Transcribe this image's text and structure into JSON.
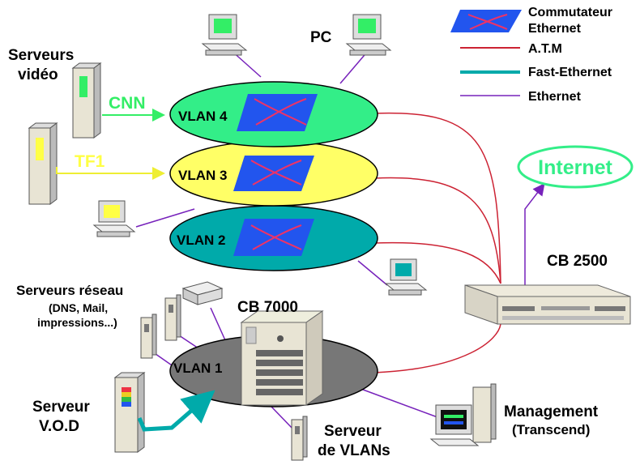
{
  "legend": {
    "switch": "Commutateur Ethernet",
    "switch_line1": "Commutateur",
    "switch_line2": "Ethernet",
    "atm": "A.T.M",
    "fast_ethernet": "Fast-Ethernet",
    "ethernet": "Ethernet"
  },
  "labels": {
    "video_servers_1": "Serveurs",
    "video_servers_2": "vidéo",
    "cnn": "CNN",
    "tf1": "TF1",
    "pc": "PC",
    "internet": "Internet",
    "cb2500": "CB 2500",
    "cb7000": "CB 7000",
    "network_servers_1": "Serveurs réseau",
    "network_servers_2": "(DNS, Mail,",
    "network_servers_3": "impressions...)",
    "vod_1": "Serveur",
    "vod_2": "V.O.D",
    "vlan_server_1": "Serveur",
    "vlan_server_2": "de VLANs",
    "management_1": "Management",
    "management_2": "(Transcend)"
  },
  "vlans": [
    {
      "label": "VLAN 4",
      "color": "#33ee88"
    },
    {
      "label": "VLAN 3",
      "color": "#ffff66"
    },
    {
      "label": "VLAN 2",
      "color": "#00aaaa"
    },
    {
      "label": "VLAN 1",
      "color": "#777777"
    }
  ],
  "colors": {
    "atm": "#cc2233",
    "fast_ethernet": "#00aaaa",
    "ethernet": "#7722bb",
    "cnn": "#33ee66",
    "tf1": "#ffff44",
    "internet": "#33ee88",
    "switch": "#2255ee"
  }
}
